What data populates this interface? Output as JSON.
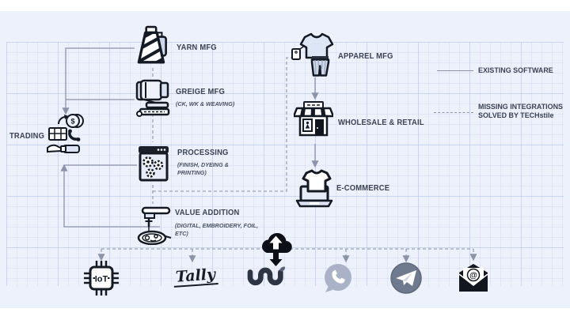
{
  "nodes": {
    "trading": {
      "label": "TRADING"
    },
    "yarn": {
      "label": "YARN MFG"
    },
    "greige": {
      "label": "GREIGE MFG",
      "subtitle": "(CK, WK & WEAVING)"
    },
    "processing": {
      "label": "PROCESSING",
      "subtitle": "(FINISH, DYEING & PRINTING)"
    },
    "value_addition": {
      "label": "VALUE ADDITION",
      "subtitle": "(DIGITAL, EMBROIDERY, FOIL, ETC)"
    },
    "apparel": {
      "label": "APPAREL MFG"
    },
    "wholesale": {
      "label": "WHOLESALE & RETAIL"
    },
    "ecommerce": {
      "label": "E-COMMERCE"
    }
  },
  "legend": {
    "existing_label": "EXISTING SOFTWARE",
    "missing_label_line1": "MISSING INTEGRATIONS",
    "missing_label_line2": "SOLVED BY TECHstile"
  },
  "tools": {
    "iot_text": "IoT",
    "tally_text": "Tally",
    "email_text": "@",
    "trading_currency": "$",
    "items": [
      "iot-chip",
      "tally",
      "uni-commerce",
      "cloud-sync",
      "whatsapp",
      "telegram",
      "email"
    ]
  },
  "colors": {
    "canvas_bg": "#edf1fb",
    "line_gray": "#8b94a9",
    "icon_dark": "#141a23",
    "whatsapp_gray": "#a9b2c6",
    "telegram_gray": "#6f7a8f"
  }
}
